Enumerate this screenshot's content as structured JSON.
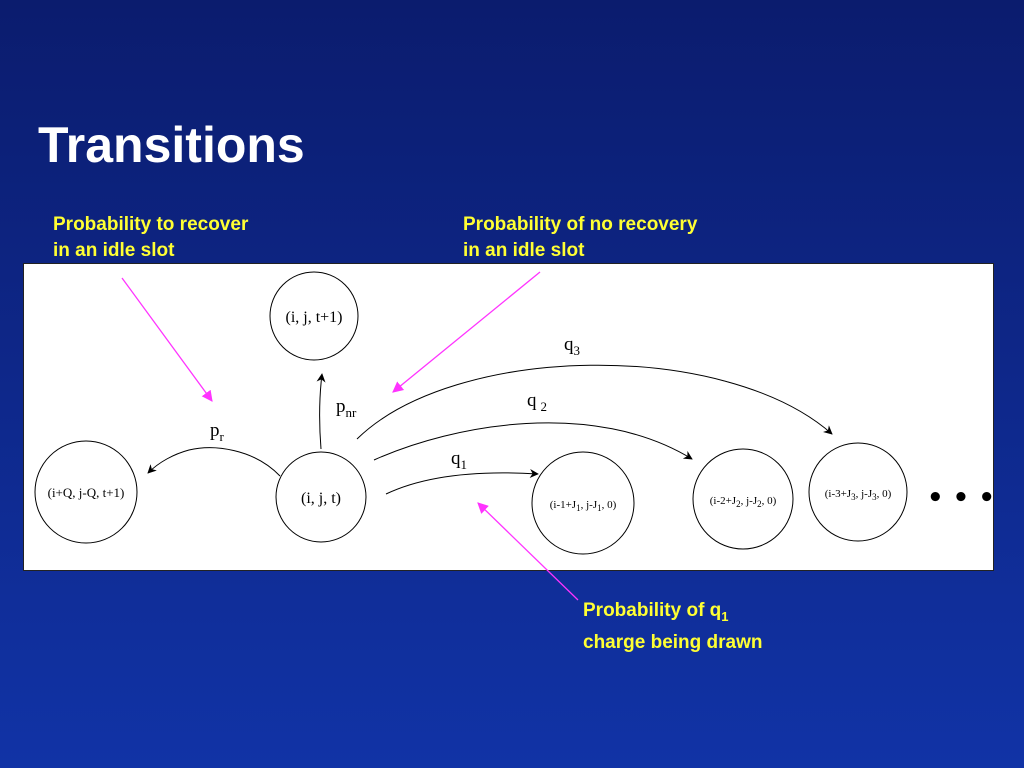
{
  "slide": {
    "title": "Transitions"
  },
  "callouts": {
    "recover": {
      "line1": "Probability to recover",
      "line2": "in an idle slot"
    },
    "no_recovery": {
      "line1": "Probability  of no recovery",
      "line2": "in an idle slot"
    },
    "q1_charge": {
      "line1_prefix": "Probability of q",
      "line1_sub": "1",
      "line2": "charge being drawn"
    }
  },
  "diagram": {
    "states": {
      "next": "(i, j, t+1)",
      "current": "(i, j, t)",
      "recovered": "(i+Q, j-Q, t+1)",
      "drawn1": {
        "a": "(i-1+J",
        "a_sub": "1",
        "b": ", j-J",
        "b_sub": "1",
        "c": ", 0)"
      },
      "drawn2": {
        "a": "(i-2+J",
        "a_sub": "2",
        "b": ", j-J",
        "b_sub": "2",
        "c": ", 0)"
      },
      "drawn3": {
        "a": "(i-3+J",
        "a_sub": "3",
        "b": ", j-J",
        "b_sub": "3",
        "c": ", 0)"
      }
    },
    "labels": {
      "pr": {
        "base": "p",
        "sub": "r"
      },
      "pnr": {
        "base": "p",
        "sub": "nr"
      },
      "q1": {
        "base": "q",
        "sub": "1"
      },
      "q2": {
        "base": "q",
        "sub": "2"
      },
      "q3": {
        "base": "q",
        "sub": "3"
      }
    },
    "continuation": "• • •"
  },
  "colors": {
    "background_top": "#0b1c6e",
    "background_bottom": "#1133a6",
    "title": "#ffffff",
    "callout_text": "#ffff33",
    "callout_arrow": "#ff33ff",
    "diagram_bg": "#ffffff"
  }
}
